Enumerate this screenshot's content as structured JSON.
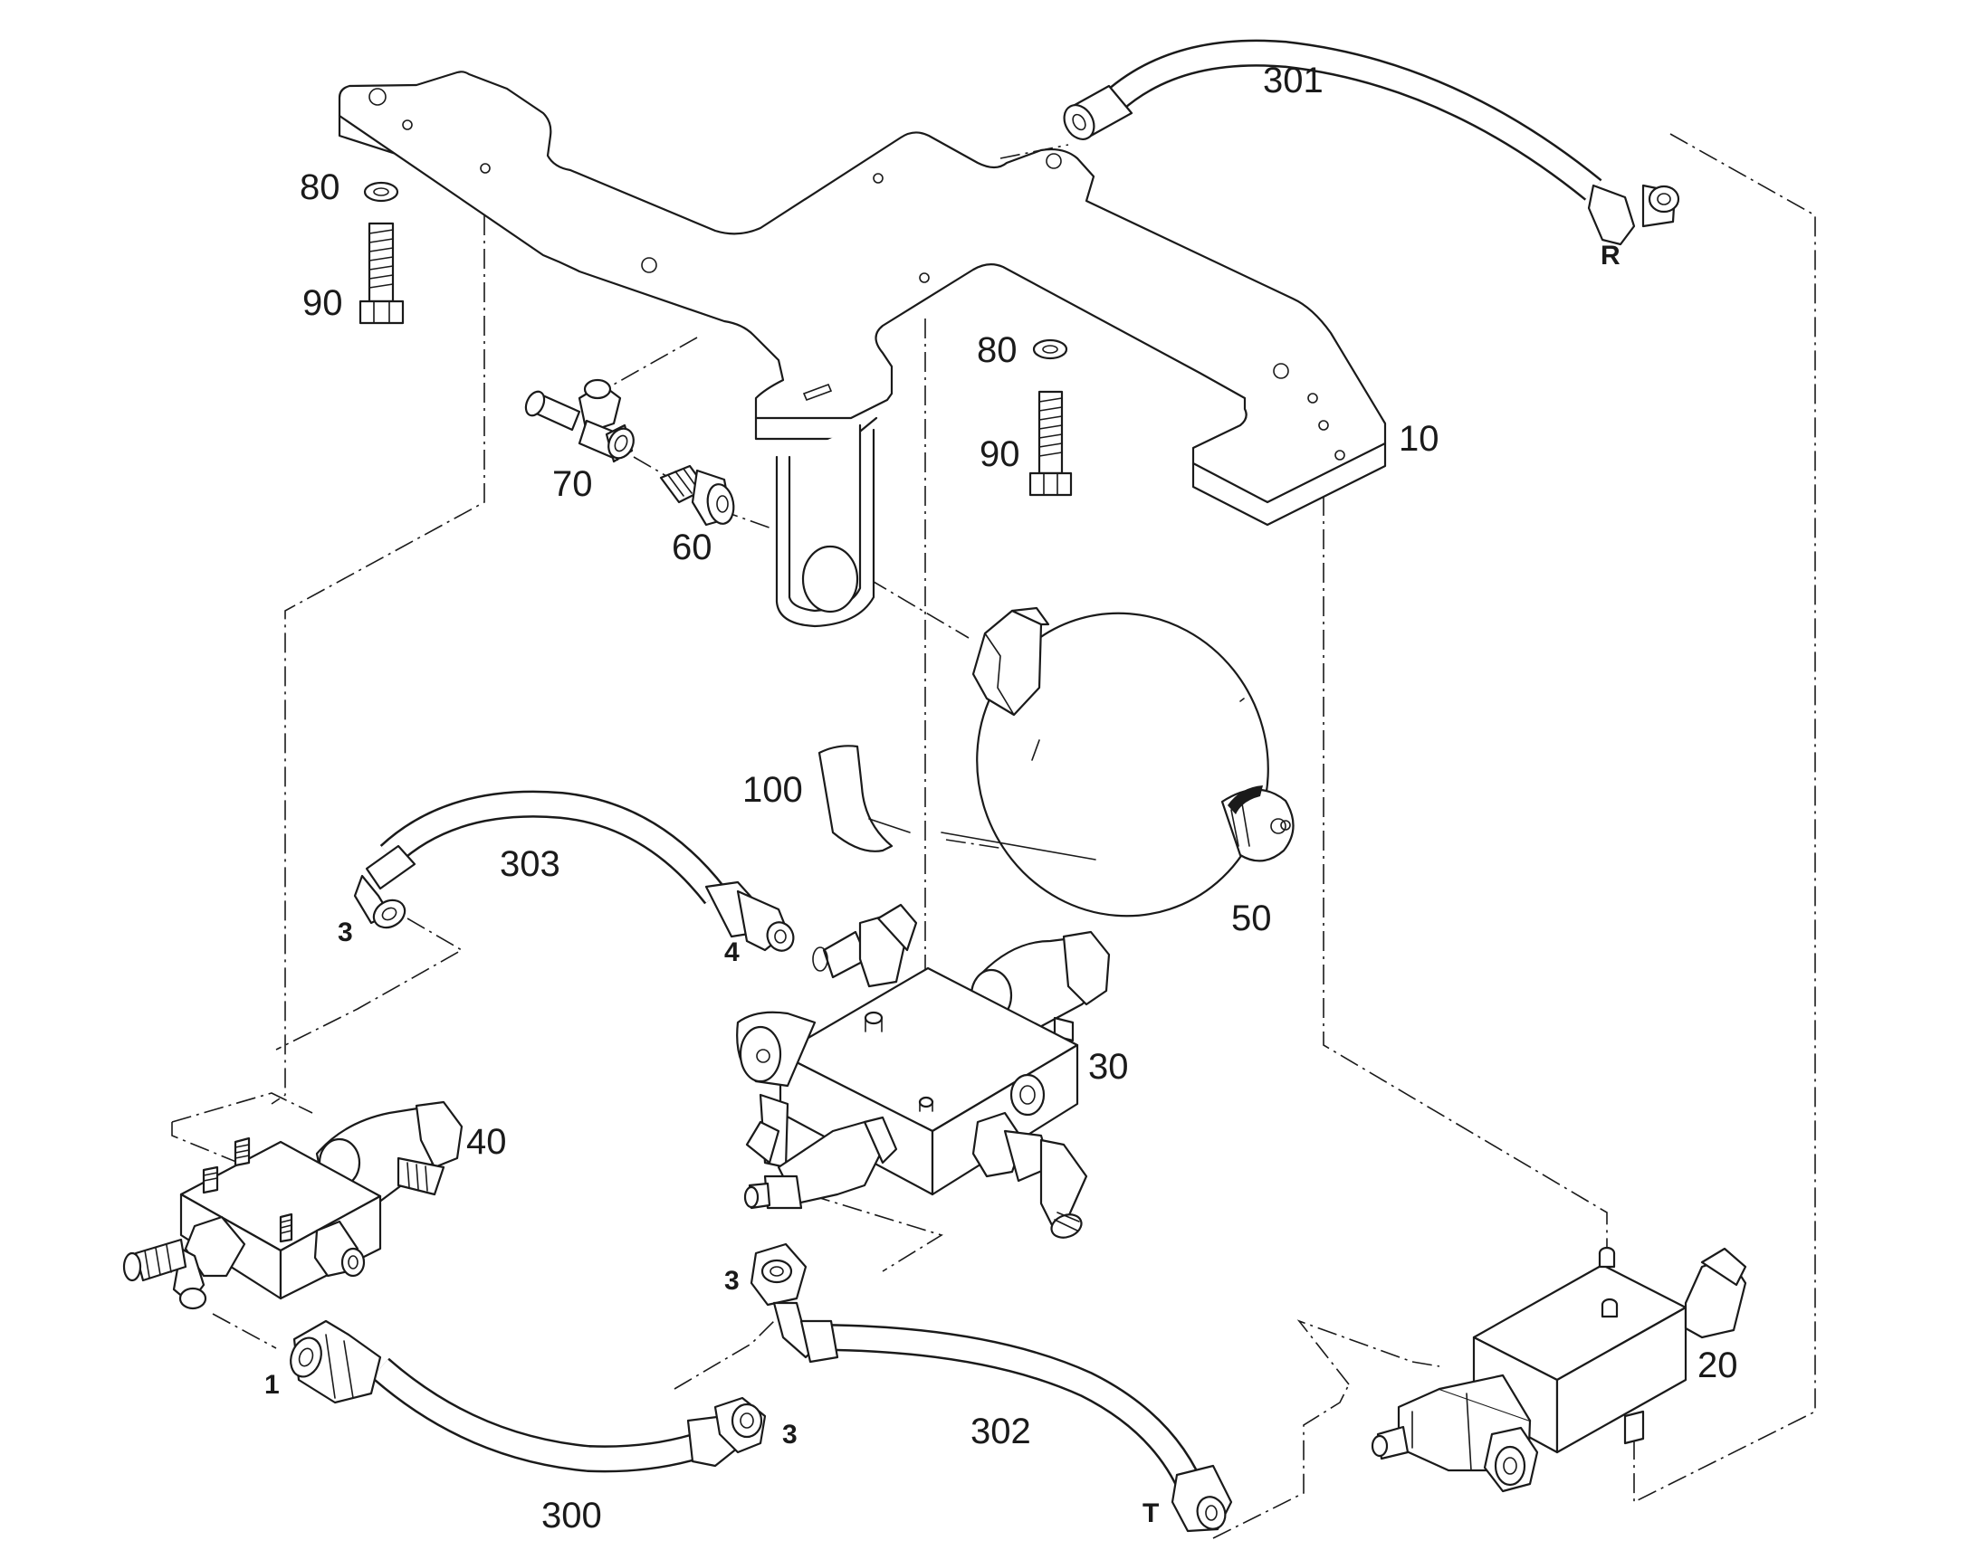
{
  "callouts": {
    "p10": "10",
    "p20": "20",
    "p30": "30",
    "p40": "40",
    "p50": "50",
    "p60": "60",
    "p70": "70",
    "p80a": "80",
    "p80b": "80",
    "p90a": "90",
    "p90b": "90",
    "p100": "100",
    "p300": "300",
    "p301": "301",
    "p302": "302",
    "p303": "303"
  },
  "ports": {
    "r": "R",
    "t": "T",
    "one": "1",
    "four": "4",
    "three_a": "3",
    "three_b": "3",
    "three_c": "3"
  },
  "style": {
    "line_color": "#1a1a1a",
    "background": "#ffffff"
  }
}
